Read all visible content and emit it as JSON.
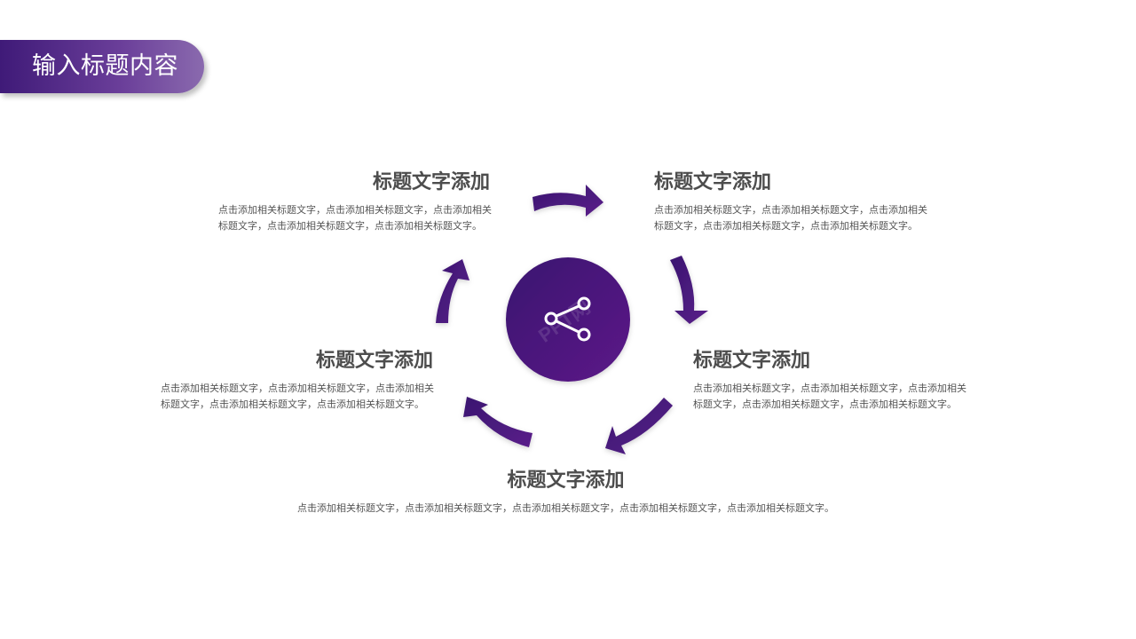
{
  "header": {
    "title": "输入标题内容"
  },
  "colors": {
    "accent_dark": "#3a1670",
    "accent": "#5a1f8a",
    "text_heading": "#4d4d4d",
    "text_body": "#555555"
  },
  "center": {
    "icon": "share-icon",
    "watermark": "PPT网"
  },
  "items": [
    {
      "title": "标题文字添加",
      "body": "点击添加相关标题文字，点击添加相关标题文字，点击添加相关标题文字，点击添加相关标题文字，点击添加相关标题文字。"
    },
    {
      "title": "标题文字添加",
      "body": "点击添加相关标题文字，点击添加相关标题文字，点击添加相关标题文字，点击添加相关标题文字，点击添加相关标题文字。"
    },
    {
      "title": "标题文字添加",
      "body": "点击添加相关标题文字，点击添加相关标题文字，点击添加相关标题文字，点击添加相关标题文字，点击添加相关标题文字。"
    },
    {
      "title": "标题文字添加",
      "body": "点击添加相关标题文字，点击添加相关标题文字，点击添加相关标题文字，点击添加相关标题文字，点击添加相关标题文字。"
    },
    {
      "title": "标题文字添加",
      "body": "点击添加相关标题文字，点击添加相关标题文字，点击添加相关标题文字，点击添加相关标题文字，点击添加相关标题文字。"
    }
  ]
}
